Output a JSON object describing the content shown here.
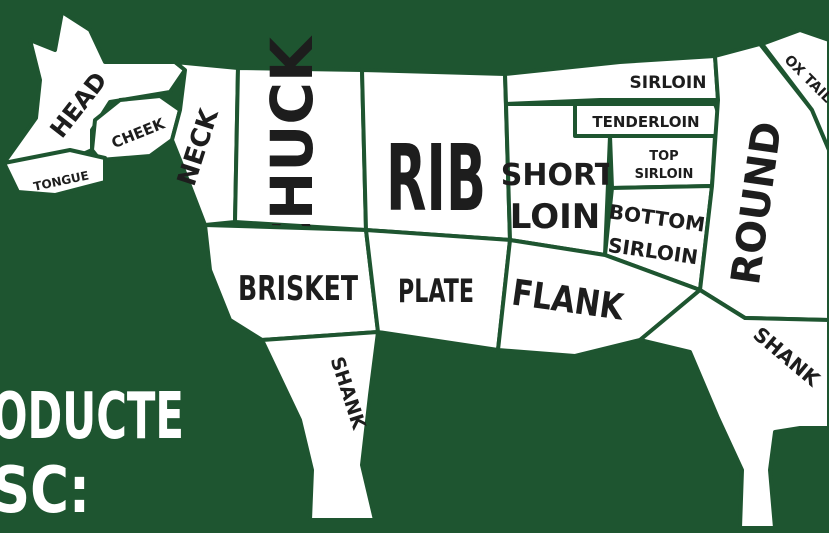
{
  "colors": {
    "background": "#1e5530",
    "body": "#ffffff",
    "ink": "#1d1d1d"
  },
  "cuts": {
    "head": "HEAD",
    "cheek": "CHEEK",
    "tongue": "TONGUE",
    "neck": "NECK",
    "chuck": "CHUCK",
    "rib": "RIB",
    "short_loin": [
      "SHORT",
      "LOIN"
    ],
    "sirloin": "SIRLOIN",
    "tenderloin": "TENDERLOIN",
    "top_sirloin": [
      "TOP",
      "SIRLOIN"
    ],
    "bottom_sirloin": [
      "BOTTOM",
      "SIRLOIN"
    ],
    "round": "ROUND",
    "ox_tail": "OX TAIL",
    "brisket": "BRISKET",
    "plate": "PLATE",
    "flank": "FLANK",
    "shank_front": "SHANK",
    "shank_rear": "SHANK"
  },
  "caption": {
    "line1": "ODUCTE",
    "line2": "SC:"
  }
}
